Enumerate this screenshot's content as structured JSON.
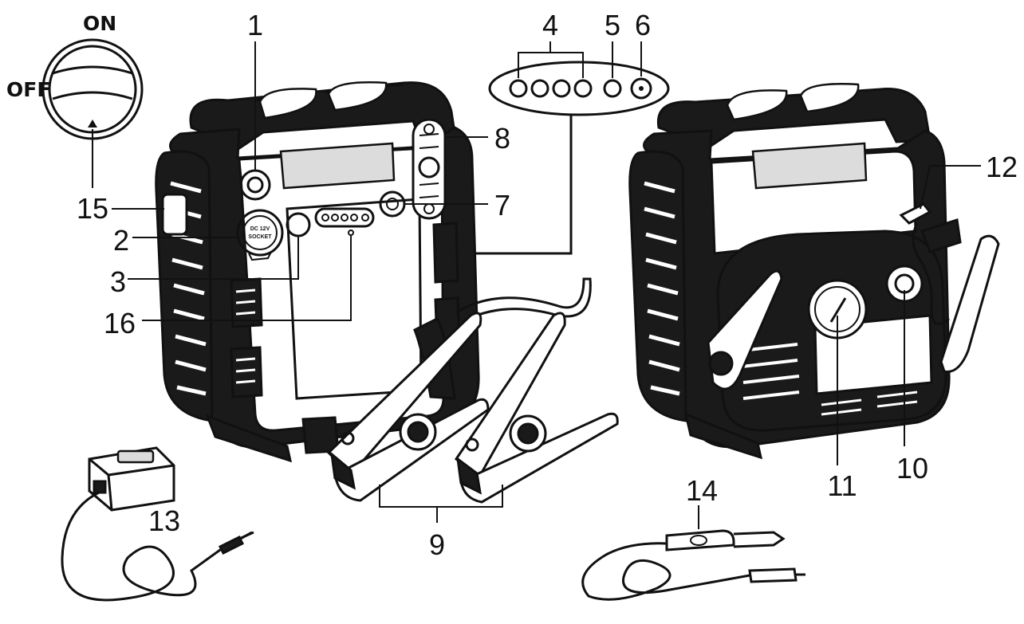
{
  "switch": {
    "on_label": "ON",
    "off_label": "OFF"
  },
  "callouts": {
    "n1": "1",
    "n2": "2",
    "n3": "3",
    "n4": "4",
    "n5": "5",
    "n6": "6",
    "n7": "7",
    "n8": "8",
    "n9": "9",
    "n10": "10",
    "n11": "11",
    "n12": "12",
    "n13": "13",
    "n14": "14",
    "n15": "15",
    "n16": "16"
  },
  "socket_text": {
    "line1": "DC 12V",
    "line2": "SOCKET"
  },
  "colors": {
    "ink": "#111111",
    "body_fill": "#1a1a1a",
    "paper": "#ffffff"
  },
  "icons": [
    "power-switch-icon",
    "indicator-light-icon",
    "battery-clamp-icon",
    "wall-charger-icon",
    "car-plug-cable-icon",
    "pressure-gauge-icon"
  ]
}
